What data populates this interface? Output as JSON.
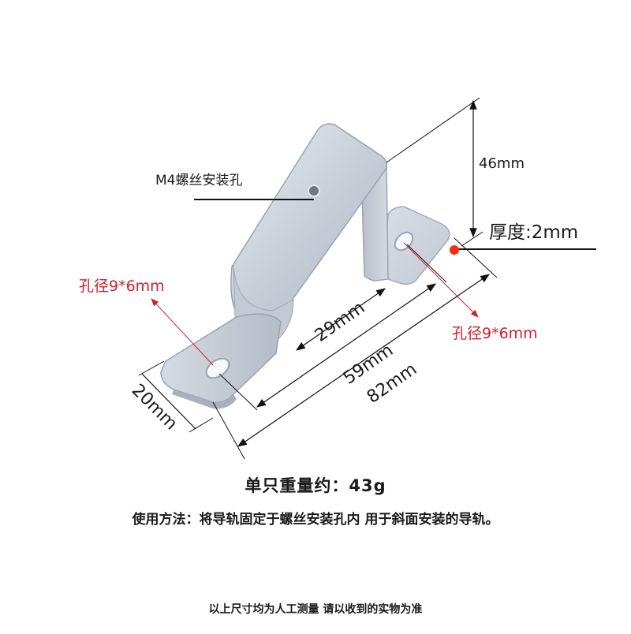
{
  "diagram": {
    "subject": "Z-shaped galvanized steel mounting bracket for DIN/guide rail",
    "colors": {
      "metal_light": "#dfe3ea",
      "metal_mid": "#bfc6d2",
      "metal_dark": "#9aa3b2",
      "dimension_line": "#111111",
      "hole_callout": "#d0202a",
      "thickness_marker": "#ff2a10"
    },
    "callouts": {
      "screw_hole": "M4螺丝安装孔",
      "hole_left": "孔径9*6mm",
      "hole_right": "孔径9*6mm",
      "thickness": "厚度:2mm"
    },
    "dimensions": {
      "height": "46mm",
      "width": "20mm",
      "inner": "29mm",
      "hole_spacing": "59mm",
      "overall_length": "82mm"
    }
  },
  "specs": {
    "weight": "单只重量约：43g",
    "usage": "使用方法：将导轨固定于螺丝安装孔内 用于斜面安装的导轨。",
    "note": "以上尺寸均为人工测量 请以收到的实物为准"
  }
}
